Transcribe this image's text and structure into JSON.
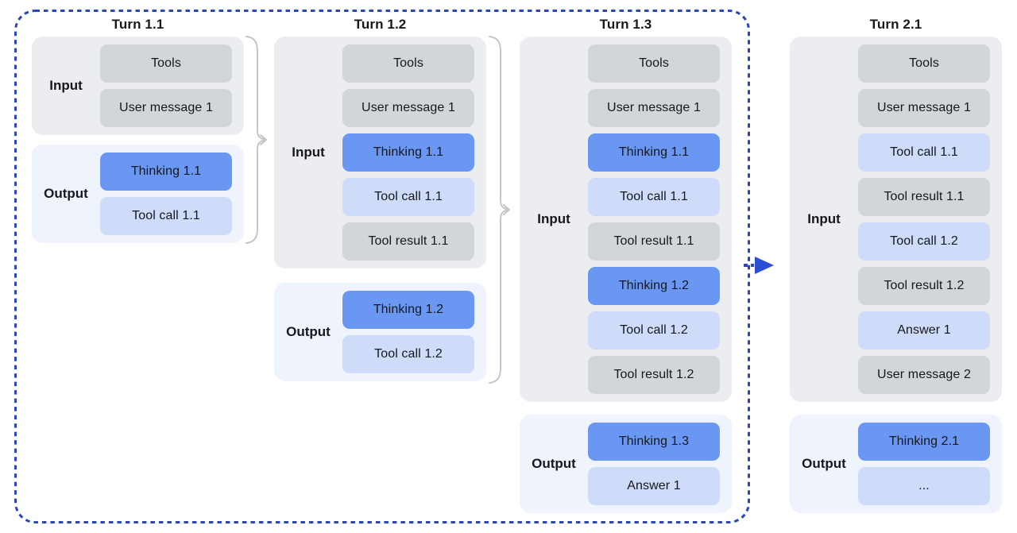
{
  "labels": {
    "input": "Input",
    "output": "Output"
  },
  "turns": [
    {
      "title": "Turn 1.1",
      "input": [
        {
          "label": "Tools",
          "type": "context"
        },
        {
          "label": "User message 1",
          "type": "context"
        }
      ],
      "output": [
        {
          "label": "Thinking 1.1",
          "type": "thinking"
        },
        {
          "label": "Tool call 1.1",
          "type": "action"
        }
      ]
    },
    {
      "title": "Turn 1.2",
      "input": [
        {
          "label": "Tools",
          "type": "context"
        },
        {
          "label": "User message 1",
          "type": "context"
        },
        {
          "label": "Thinking 1.1",
          "type": "thinking"
        },
        {
          "label": "Tool call 1.1",
          "type": "action"
        },
        {
          "label": "Tool result 1.1",
          "type": "context"
        }
      ],
      "output": [
        {
          "label": "Thinking 1.2",
          "type": "thinking"
        },
        {
          "label": "Tool call 1.2",
          "type": "action"
        }
      ]
    },
    {
      "title": "Turn 1.3",
      "input": [
        {
          "label": "Tools",
          "type": "context"
        },
        {
          "label": "User message 1",
          "type": "context"
        },
        {
          "label": "Thinking 1.1",
          "type": "thinking"
        },
        {
          "label": "Tool call 1.1",
          "type": "action"
        },
        {
          "label": "Tool result 1.1",
          "type": "context"
        },
        {
          "label": "Thinking 1.2",
          "type": "thinking"
        },
        {
          "label": "Tool call 1.2",
          "type": "action"
        },
        {
          "label": "Tool result 1.2",
          "type": "context"
        }
      ],
      "output": [
        {
          "label": "Thinking 1.3",
          "type": "thinking"
        },
        {
          "label": "Answer 1",
          "type": "action"
        }
      ]
    },
    {
      "title": "Turn 2.1",
      "input": [
        {
          "label": "Tools",
          "type": "context"
        },
        {
          "label": "User message 1",
          "type": "context"
        },
        {
          "label": "Tool call 1.1",
          "type": "action"
        },
        {
          "label": "Tool result 1.1",
          "type": "context"
        },
        {
          "label": "Tool call 1.2",
          "type": "action"
        },
        {
          "label": "Tool result 1.2",
          "type": "context"
        },
        {
          "label": "Answer 1",
          "type": "action"
        },
        {
          "label": "User message 2",
          "type": "context"
        }
      ],
      "output": [
        {
          "label": "Thinking 2.1",
          "type": "thinking"
        },
        {
          "label": "...",
          "type": "action"
        }
      ]
    }
  ],
  "colors": {
    "context_block": "#d2d5d9",
    "thinking_block": "#6a97f2",
    "action_block": "#cedcf9",
    "input_panel": "#ebedf0",
    "output_panel": "#eef3fc",
    "dashed_border": "#2c46b8",
    "handoff_arrow": "#2b4ed2",
    "brace_connector": "#c3c6cb",
    "text": "#14171d"
  }
}
